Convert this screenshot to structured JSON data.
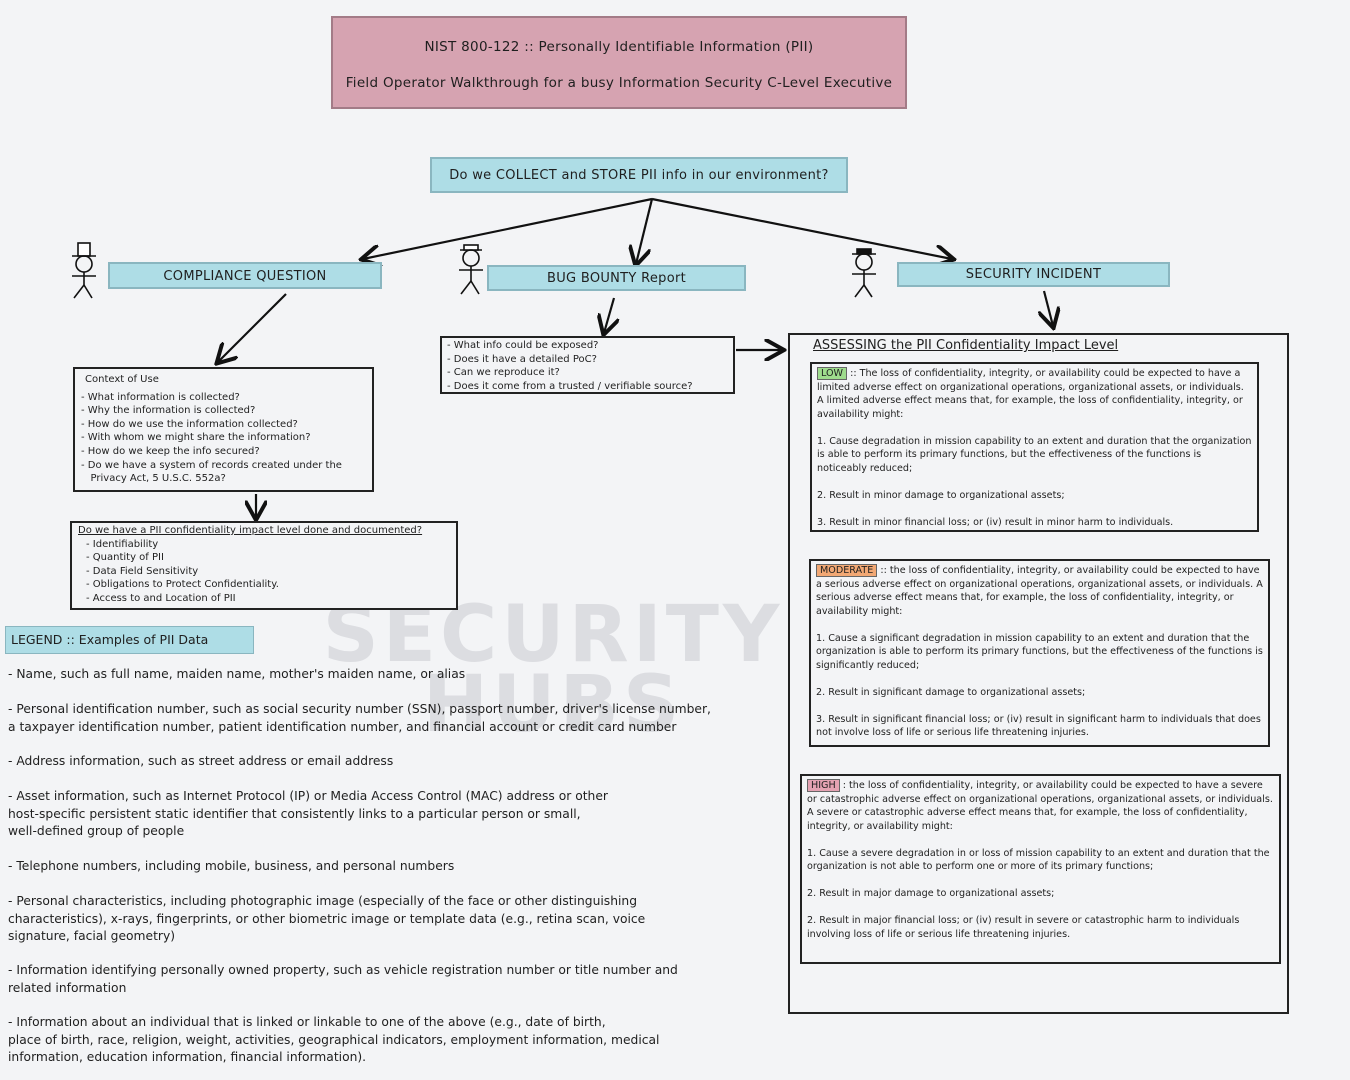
{
  "header": {
    "title": "NIST 800-122 :: Personally Identifiable Information (PII)",
    "subtitle": "Field Operator Walkthrough for a busy Information Security C-Level Executive"
  },
  "question": "Do we COLLECT and STORE PII info in our environment?",
  "branches": {
    "compliance": "COMPLIANCE QUESTION",
    "bug_bounty": "BUG BOUNTY Report",
    "incident": "SECURITY INCIDENT"
  },
  "context": {
    "title": "Context of Use",
    "items": [
      "- What information is collected?",
      "- Why the information is collected?",
      "- How do we use the information collected?",
      "- With whom we might share the information?",
      "- How do we keep the info secured?",
      "- Do we have a system of records created under the",
      "   Privacy Act, 5 U.S.C. 552a?"
    ]
  },
  "impact_check": {
    "title": "Do we have a PII confidentiality impact level done and documented?",
    "items": [
      "- Identifiability",
      "- Quantity of PII",
      "- Data Field Sensitivity",
      "- Obligations to Protect Confidentiality.",
      "- Access to and Location of PII"
    ]
  },
  "bug_questions": [
    "- What info could be exposed?",
    "- Does it have a detailed PoC?",
    "- Can we reproduce it?",
    "- Does it come from a trusted / verifiable source?"
  ],
  "legend": {
    "title": "LEGEND :: Examples of PII Data",
    "items": [
      "- Name, such as full name, maiden name, mother's maiden name, or alias",
      "- Personal identification number, such as social security number (SSN), passport number, driver's license number,\na taxpayer identification number, patient identification number, and financial account or credit card number",
      "- Address information, such as street address or email address",
      "- Asset information, such as Internet Protocol (IP) or Media Access Control (MAC) address or other\nhost-specific persistent static identifier that consistently links to a particular person or small,\nwell-defined group of people",
      "- Telephone numbers, including mobile, business, and personal numbers",
      "- Personal characteristics, including photographic image (especially of the face or other distinguishing\ncharacteristics), x-rays, fingerprints, or other biometric image or template data (e.g., retina scan, voice\nsignature, facial geometry)",
      "- Information identifying personally owned property, such as vehicle registration number or title number and\nrelated information",
      "- Information about an individual that is linked or linkable to one of the above (e.g., date of birth,\nplace of birth, race, religion, weight, activities, geographical indicators, employment information, medical\ninformation, education information, financial information)."
    ]
  },
  "assessment": {
    "title": "ASSESSING the PII Confidentiality Impact Level",
    "low": {
      "tag": "LOW",
      "intro": " :: The loss of confidentiality, integrity, or availability could be expected to have a limited adverse effect on organizational operations, organizational assets, or individuals. A limited adverse effect means that, for example, the loss of confidentiality, integrity, or availability might:",
      "p1": "1.  Cause degradation in mission capability to an extent and duration that the organization is able to perform its primary functions, but the effectiveness of the functions is noticeably reduced;",
      "p2": "2. Result in minor damage to organizational assets;",
      "p3": "3. Result in minor financial loss; or (iv) result in minor harm to individuals."
    },
    "moderate": {
      "tag": "MODERATE",
      "intro": " :: the loss of confidentiality, integrity, or availability could be expected to have a serious adverse effect on organizational operations, organizational assets, or individuals. A serious adverse effect means that, for example, the loss of confidentiality, integrity, or availability might:",
      "p1": "1. Cause a significant degradation in mission capability to an extent and duration that the organization is able to perform its primary functions, but the effectiveness of the functions is significantly reduced;",
      "p2": "2. Result in significant damage to organizational assets;",
      "p3": "3. Result in significant financial loss; or (iv) result in significant harm to individuals that does not involve loss of life or serious life threatening injuries."
    },
    "high": {
      "tag": "HIGH",
      "intro": " : the loss of confidentiality, integrity, or availability could be expected to have a severe or catastrophic adverse effect on organizational operations, organizational assets, or individuals. A severe or catastrophic adverse effect means that, for example, the loss of confidentiality, integrity, or availability might:",
      "p1": "1. Cause a severe degradation in or loss of mission capability to an extent and duration that the organization is not able to perform one or more of its primary functions;",
      "p2": "2. Result in major damage to organizational assets;",
      "p3": "2. Result in major financial loss; or (iv) result in severe or catastrophic harm to individuals involving loss of life or serious life threatening injuries."
    }
  },
  "watermark": {
    "line1": "SECURITY",
    "line2": "HUBS"
  },
  "colors": {
    "title_bg": "#d6a3b1",
    "box_bg": "#aedde6",
    "low": "#9fdc8d",
    "moderate": "#f2a874",
    "high": "#e4a2b2"
  }
}
